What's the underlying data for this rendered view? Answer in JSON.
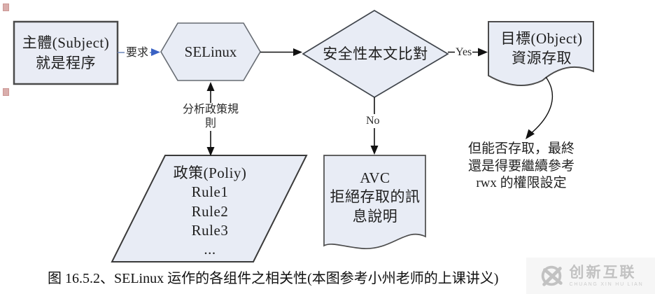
{
  "diagram": {
    "subject": {
      "line1": "主體(Subject)",
      "line2": "就是程序"
    },
    "request_label": "要求",
    "selinux_label": "SELinux",
    "analyze_label": {
      "line1": "分析政策規",
      "line2": "則"
    },
    "decision_label": "安全性本文比對",
    "yes_label": "Yes",
    "no_label": "No",
    "object_doc": {
      "line1": "目標(Object)",
      "line2": "資源存取"
    },
    "policy": {
      "title": "政策(Poliy)",
      "rules": [
        "Rule1",
        "Rule2",
        "Rule3",
        "..."
      ]
    },
    "avc_doc": {
      "line1": "AVC",
      "line2": "拒絕存取的訊",
      "line3": "息說明"
    },
    "note": {
      "line1": "但能否存取，最終",
      "line2": "還是得要繼續參考",
      "line3": "rwx 的權限設定"
    }
  },
  "caption": "图 16.5.2、SELinux 运作的各组件之相关性(本图参考小州老师的上课讲义)",
  "watermark": {
    "name": "创新互联",
    "subtext": "CHUANG XIN HU LIAN"
  },
  "colors": {
    "shape_fill": "#e8ecf5",
    "shape_border": "#555a61",
    "arrow": "#111111",
    "request_arrow_blue": "#3a62c4",
    "watermark_gray": "#c2c2c2"
  }
}
